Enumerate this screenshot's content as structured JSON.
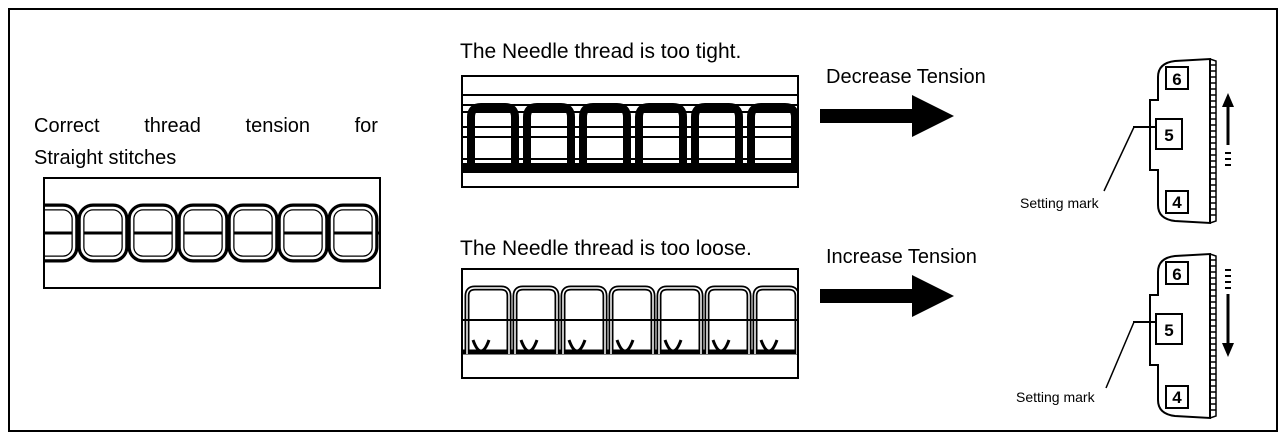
{
  "correct": {
    "line1": [
      "Correct",
      "thread",
      "tension",
      "for"
    ],
    "line2": "Straight stitches"
  },
  "tight": {
    "caption": "The Needle thread is too tight.",
    "action": "Decrease Tension"
  },
  "loose": {
    "caption": "The Needle thread is too loose.",
    "action": "Increase Tension"
  },
  "dial": {
    "top_number": "6",
    "center_number": "5",
    "bottom_number": "4",
    "setting_mark_label": "Setting mark"
  },
  "colors": {
    "ink": "#000000",
    "paper": "#ffffff"
  }
}
